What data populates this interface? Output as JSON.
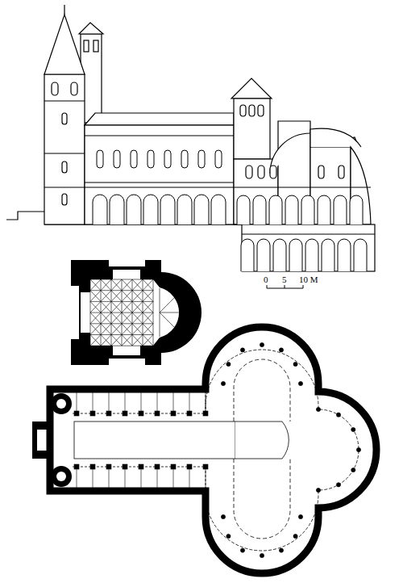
{
  "diagram": {
    "labels": [
      "0",
      "5",
      "10 M"
    ]
  }
}
